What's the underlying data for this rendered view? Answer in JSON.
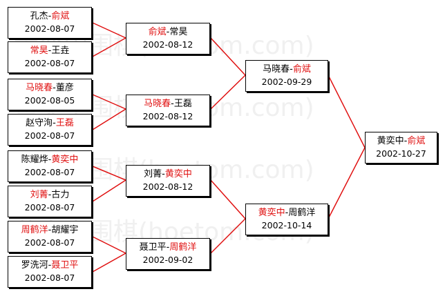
{
  "colors": {
    "winner": "#e01010",
    "connector": "#e01010",
    "text": "#000000",
    "border": "#000000"
  },
  "watermark": "黄奕中围棋(hoetom.com)",
  "bracket": {
    "round1": [
      {
        "p1": "孔杰",
        "p2": "俞斌",
        "winner": 2,
        "date": "2002-08-07"
      },
      {
        "p1": "常昊",
        "p2": "王垚",
        "winner": 1,
        "date": "2002-08-07"
      },
      {
        "p1": "马晓春",
        "p2": "董彦",
        "winner": 1,
        "date": "2002-08-05"
      },
      {
        "p1": "赵守洵",
        "p2": "王磊",
        "winner": 2,
        "date": "2002-08-07"
      },
      {
        "p1": "陈耀烨",
        "p2": "黄奕中",
        "winner": 2,
        "date": "2002-08-07"
      },
      {
        "p1": "刘菁",
        "p2": "古力",
        "winner": 1,
        "date": "2002-08-07"
      },
      {
        "p1": "周鹤洋",
        "p2": "胡耀宇",
        "winner": 1,
        "date": "2002-08-07"
      },
      {
        "p1": "罗洗河",
        "p2": "聂卫平",
        "winner": 2,
        "date": "2002-08-07"
      }
    ],
    "round2": [
      {
        "p1": "俞斌",
        "p2": "常昊",
        "winner": 1,
        "date": "2002-08-12"
      },
      {
        "p1": "马晓春",
        "p2": "王磊",
        "winner": 1,
        "date": "2002-08-12"
      },
      {
        "p1": "刘菁",
        "p2": "黄奕中",
        "winner": 2,
        "date": "2002-08-12"
      },
      {
        "p1": "聂卫平",
        "p2": "周鹤洋",
        "winner": 2,
        "date": "2002-09-02"
      }
    ],
    "round3": [
      {
        "p1": "马晓春",
        "p2": "俞斌",
        "winner": 2,
        "date": "2002-09-29"
      },
      {
        "p1": "黄奕中",
        "p2": "周鹤洋",
        "winner": 1,
        "date": "2002-10-14"
      }
    ],
    "final": [
      {
        "p1": "黄奕中",
        "p2": "俞斌",
        "winner": 2,
        "date": "2002-10-27"
      }
    ]
  }
}
